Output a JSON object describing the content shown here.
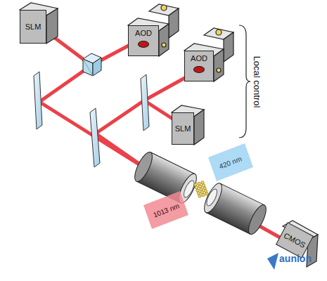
{
  "diagram": {
    "nodes": [
      {
        "text": [
          "SLM"
        ]
      },
      {
        "text": [
          "AOD"
        ]
      },
      {
        "text": [
          "AOD"
        ]
      },
      {
        "text": [
          "SLM"
        ]
      },
      {
        "text": [
          "CMOS"
        ]
      }
    ],
    "labels": [
      "Local control",
      "420 nm",
      "1013 nm",
      "aunion"
    ]
  }
}
